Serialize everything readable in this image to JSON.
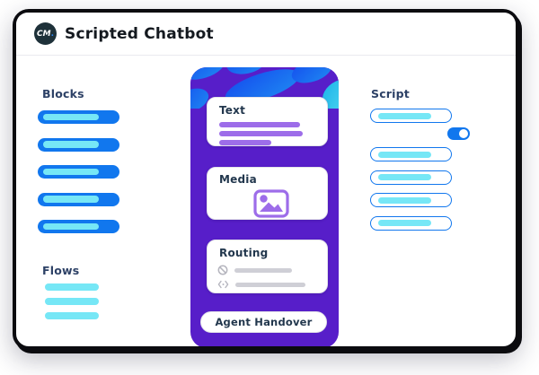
{
  "window": {
    "logo_text": "CM",
    "logo_dot": ".",
    "title": "Scripted Chatbot"
  },
  "left_panel": {
    "blocks_heading": "Blocks",
    "block_count": 5,
    "flows_heading": "Flows",
    "flow_count": 3
  },
  "phone": {
    "text_card": {
      "label": "Text",
      "line_count": 3
    },
    "media_card": {
      "label": "Media",
      "icon": "image-icon"
    },
    "routing_card": {
      "label": "Routing",
      "rows": [
        {
          "icon": "prohibited-icon"
        },
        {
          "icon": "code-icon"
        }
      ]
    },
    "handover_button": {
      "label": "Agent Handover"
    }
  },
  "script_panel": {
    "heading": "Script",
    "pills_before_toggle": 1,
    "pills_after_toggle": 4,
    "toggle_state": "on"
  },
  "colors": {
    "accent_blue": "#1177ee",
    "accent_cyan": "#76e7f6",
    "phone_purple": "#571ec9",
    "skeleton_purple": "#9d6de9",
    "heading_navy": "#2d4166",
    "logo_dark": "#1e3139"
  }
}
